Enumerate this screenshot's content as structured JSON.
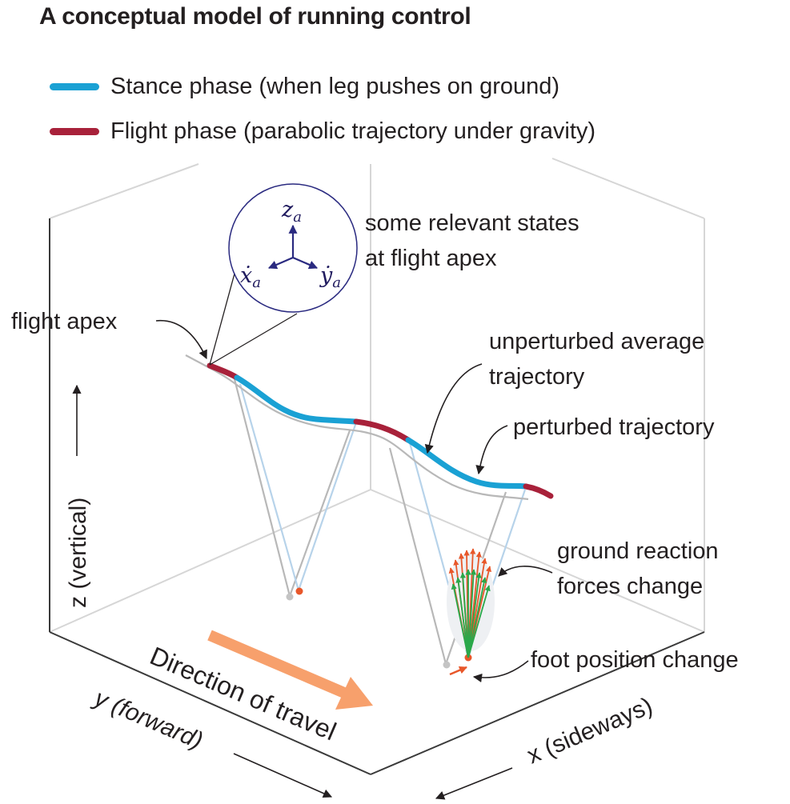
{
  "title": "A conceptual model of running control",
  "legend": [
    {
      "label": "Stance phase (when leg pushes on ground)",
      "color": "#1aa1d4"
    },
    {
      "label": "Flight phase (parabolic trajectory under gravity)",
      "color": "#a8213a"
    }
  ],
  "colors": {
    "stance": "#1aa1d4",
    "flight": "#a8213a",
    "unperturbed": "#b8b8b8",
    "perturbed_leg": "#b7d3ea",
    "force_before": "#e8572a",
    "force_after": "#2aa84a",
    "direction_arrow": "#f7a06c",
    "state_vectors": "#2a2a80",
    "box_lines": "#d6d6d6"
  },
  "annotations": {
    "states_line1": "some relevant states",
    "states_line2": "at flight apex",
    "flight_apex": "flight apex",
    "unperturbed_line1": "unperturbed average",
    "unperturbed_line2": "trajectory",
    "perturbed": "perturbed trajectory",
    "grf_line1": "ground reaction",
    "grf_line2": "forces change",
    "foot_change": "foot position change",
    "direction": "Direction of travel"
  },
  "axes": {
    "z": "z (vertical)",
    "y": "y (forward)",
    "x": "x (sideways)"
  },
  "state_symbols": {
    "z": {
      "base": "z",
      "sub": "a"
    },
    "x": {
      "base": "ẋ",
      "sub": "a"
    },
    "y": {
      "base": "ẏ",
      "sub": "a"
    }
  }
}
